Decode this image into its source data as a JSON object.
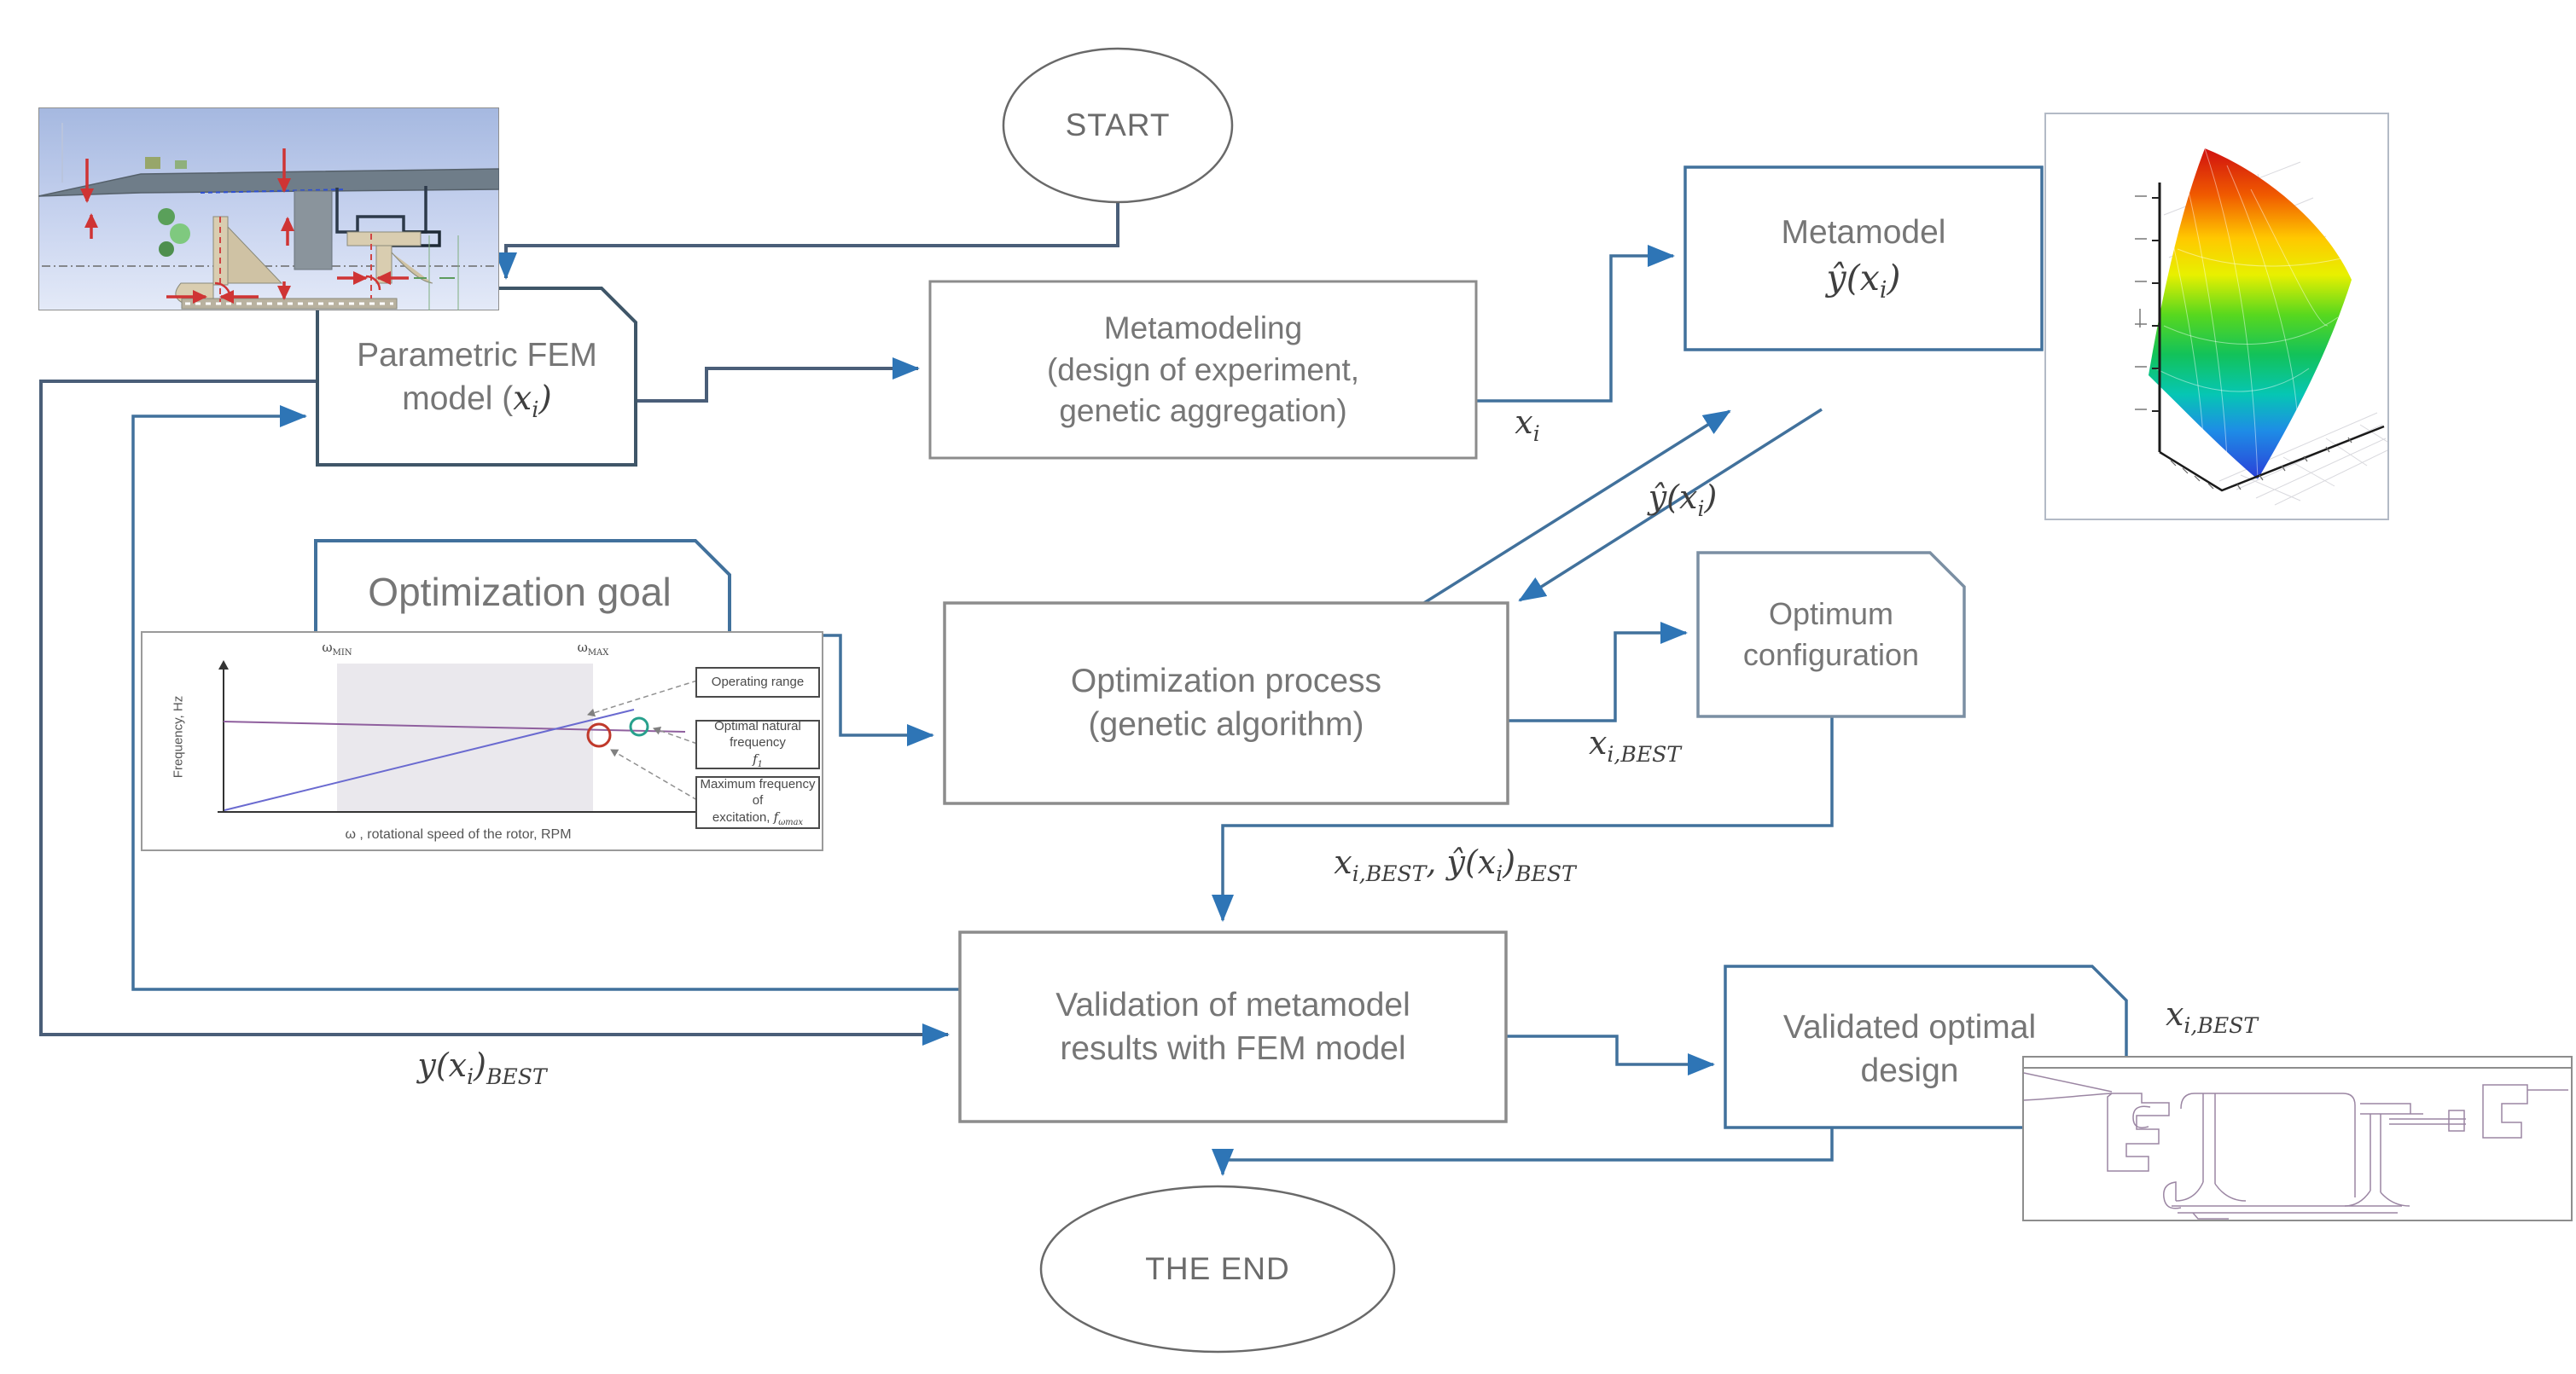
{
  "nodes": {
    "start": {
      "label": "START"
    },
    "parametric_fem": {
      "line1": "Parametric FEM",
      "line2": {
        "t1": "model (",
        "p1": "x",
        "s1": "i",
        "p2": ")"
      }
    },
    "metamodeling": {
      "line1": "Metamodeling",
      "line2": "(design of experiment,",
      "line3": "genetic aggregation)"
    },
    "metamodel": {
      "line1": "Metamodel",
      "math": {
        "p1": "ŷ(x",
        "s1": "i",
        "p2": ")"
      }
    },
    "optimization_goal": {
      "line1": "Optimization goal"
    },
    "optimization_process": {
      "line1": "Optimization process",
      "line2": "(genetic algorithm)"
    },
    "optimum_configuration": {
      "line1": "Optimum",
      "line2": "configuration"
    },
    "validation": {
      "line1": "Validation of metamodel",
      "line2": "results with FEM model"
    },
    "validated_design": {
      "line1": "Validated optimal",
      "line2": "design"
    },
    "end": {
      "label": "THE END"
    }
  },
  "edge_labels": {
    "xi": {
      "p1": "x",
      "s1": "i"
    },
    "yhat_xi": {
      "p1": "ŷ(x",
      "s1": "i",
      "p2": ")"
    },
    "xi_best": {
      "p1": "x",
      "s1": "i,BEST"
    },
    "xi_best_pair": {
      "p1": "x",
      "s1": "i,BEST",
      "p2": ", ŷ(x",
      "s2": "i",
      "p3": ")",
      "s3": "BEST"
    },
    "xi_best_out": {
      "p1": "x",
      "s1": "i,BEST"
    },
    "y_xi_best": {
      "p1": "y(x",
      "s1": "i",
      "p2": ")",
      "s2": "BEST"
    }
  },
  "goal_chart": {
    "ylabel": "Frequency, Hz",
    "xlabel": "ω , rotational speed of the rotor, RPM",
    "band_min": {
      "t": "ω",
      "sub": "MIN"
    },
    "band_max": {
      "t": "ω",
      "sub": "MAX"
    },
    "callout_operating": {
      "line1": "Operating range"
    },
    "callout_natural": {
      "line1": "Optimal natural frequency",
      "p1": "f",
      "s1": "1"
    },
    "callout_excitation": {
      "line1": "Maximum frequency of",
      "t1": "excitation, ",
      "p1": "f",
      "s1": "ωmax"
    }
  },
  "colors": {
    "edge_blue": "#41719c",
    "edge_dark": "#4a5e78",
    "arrow": "#2e75b6",
    "box_gray_border": "#8c8c8c",
    "box_blue_border": "#41719c",
    "box_dark_border": "#3f5668",
    "node_text": "#767676",
    "math_text": "#3f3f3f",
    "surface_rainbow_top": "#d01010",
    "surface_rainbow_bottom": "#2b3cd8"
  }
}
